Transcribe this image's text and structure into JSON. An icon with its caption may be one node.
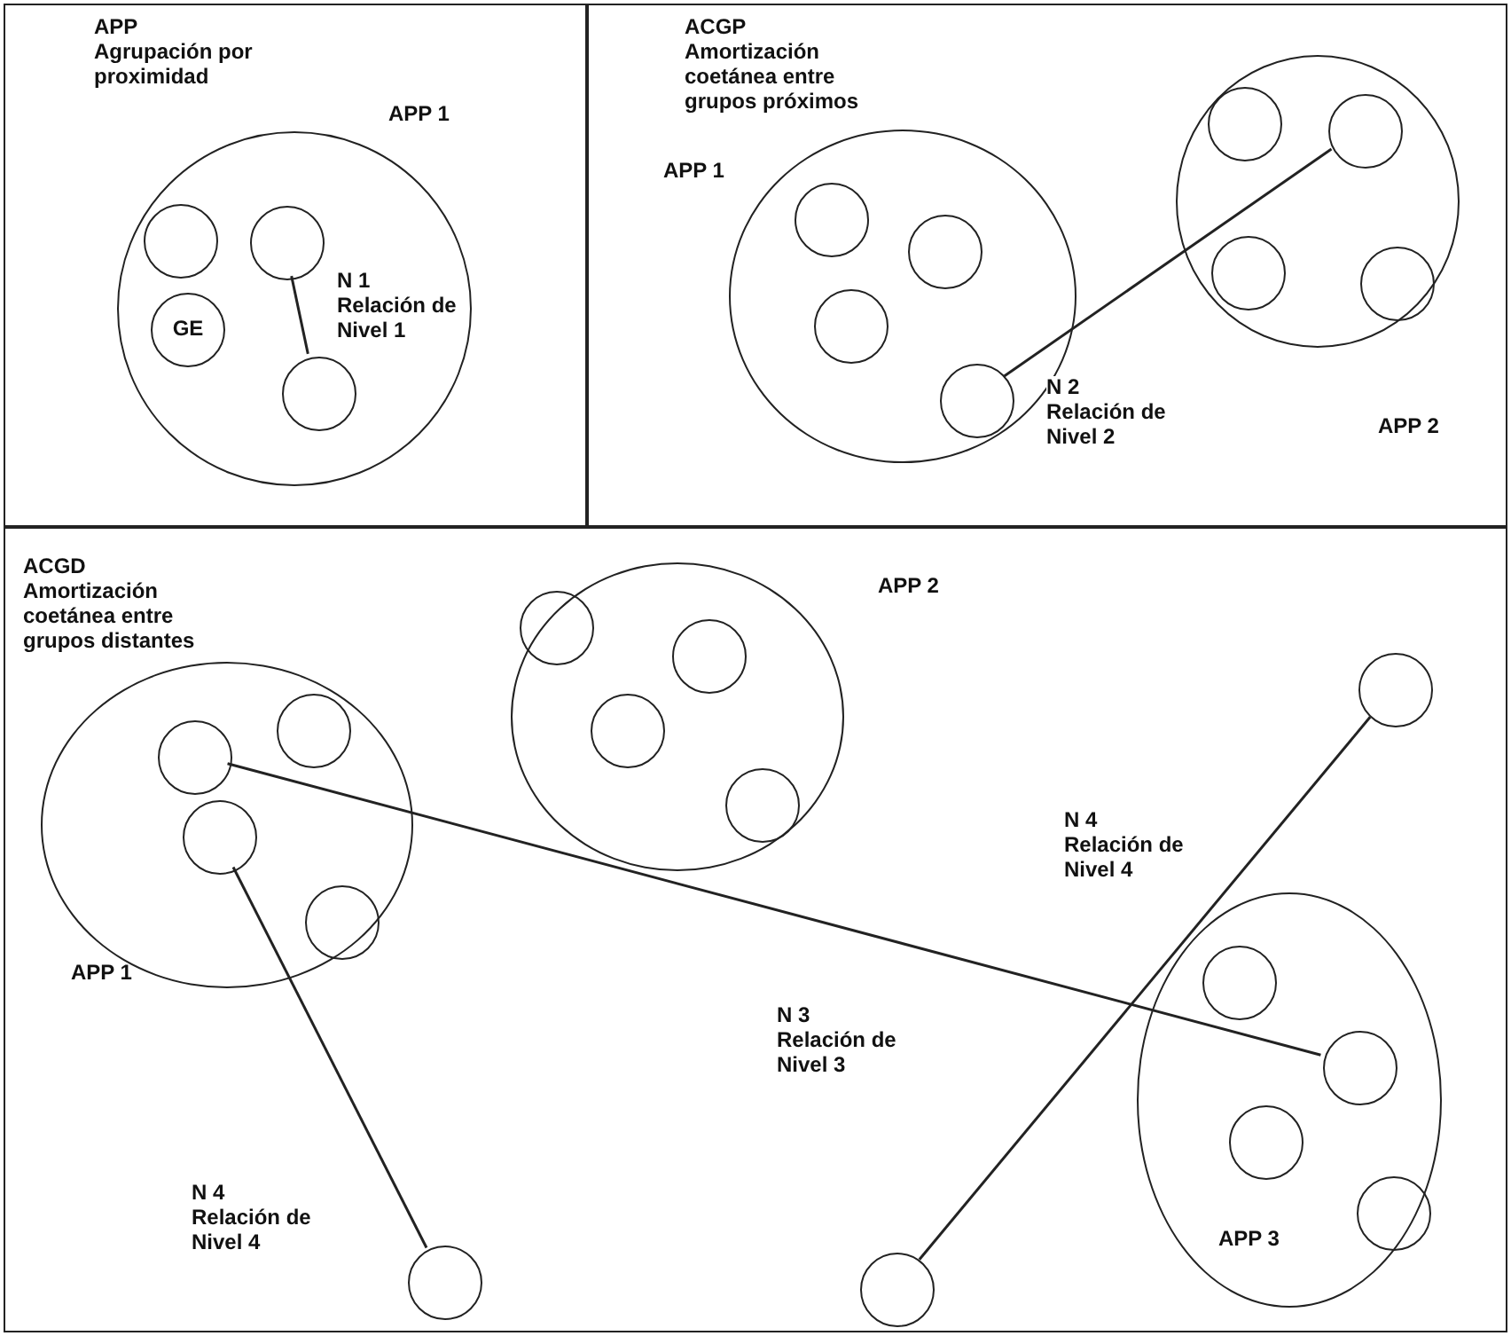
{
  "diagram": {
    "nodes": [
      {
        "text": [
          "APP",
          "Agrupación por proximidad"
        ]
      },
      {
        "text": [
          "APP 1"
        ],
        "in": 0
      },
      {
        "text": [],
        "shape": "circle",
        "in": 1
      },
      {
        "text": [],
        "shape": "circle",
        "in": 1
      },
      {
        "text": [
          "GE"
        ],
        "in": 1
      },
      {
        "text": [],
        "shape": "circle",
        "in": 1
      },
      {
        "text": [
          "ACGP",
          "Amortización coetánea entre grupos próximos"
        ]
      },
      {
        "text": [
          "APP 1"
        ],
        "in": 6
      },
      {
        "text": [],
        "shape": "circle",
        "in": 7
      },
      {
        "text": [],
        "shape": "circle",
        "in": 7
      },
      {
        "text": [],
        "shape": "circle",
        "in": 7
      },
      {
        "text": [],
        "shape": "circle",
        "in": 7
      },
      {
        "text": [
          "APP 2"
        ],
        "in": 6
      },
      {
        "text": [],
        "shape": "circle",
        "in": 12
      },
      {
        "text": [],
        "shape": "circle",
        "in": 12
      },
      {
        "text": [],
        "shape": "circle",
        "in": 12
      },
      {
        "text": [],
        "shape": "circle",
        "in": 12
      },
      {
        "text": [
          "ACGD",
          "Amortización coetánea entre grupos distantes"
        ]
      },
      {
        "text": [
          "APP 1"
        ],
        "in": 17
      },
      {
        "text": [],
        "shape": "circle",
        "in": 18
      },
      {
        "text": [],
        "shape": "circle",
        "in": 18
      },
      {
        "text": [],
        "shape": "circle",
        "in": 18
      },
      {
        "text": [],
        "shape": "circle",
        "in": 18
      },
      {
        "text": [
          "APP 2"
        ],
        "in": 17
      },
      {
        "text": [],
        "shape": "circle",
        "in": 23
      },
      {
        "text": [],
        "shape": "circle",
        "in": 23
      },
      {
        "text": [],
        "shape": "circle",
        "in": 23
      },
      {
        "text": [],
        "shape": "circle",
        "in": 23
      },
      {
        "text": [],
        "shape": "circle",
        "in": 17
      },
      {
        "text": [
          "APP 3"
        ],
        "in": 17
      },
      {
        "text": [],
        "shape": "circle",
        "in": 29
      },
      {
        "text": [],
        "shape": "circle",
        "in": 29
      },
      {
        "text": [],
        "shape": "circle",
        "in": 29
      },
      {
        "text": [],
        "shape": "circle",
        "in": 29
      },
      {
        "text": [],
        "shape": "circle",
        "in": 17
      },
      {
        "text": [],
        "shape": "circle",
        "in": 17
      }
    ],
    "edges": [
      {
        "from": 3,
        "to": 5,
        "arrow": "none",
        "label": "N 1 Relación de Nivel 1"
      },
      {
        "from": 11,
        "to": 14,
        "arrow": "none",
        "label": "N 2 Relación de Nivel 2"
      },
      {
        "from": 19,
        "to": 31,
        "arrow": "none",
        "label": "N 3 Relación de Nivel 3"
      },
      {
        "from": 21,
        "to": 34,
        "arrow": "none",
        "label": "N 4 Relación de Nivel 4"
      },
      {
        "from": 35,
        "to": 28,
        "arrow": "none",
        "label": "N 4 Relación de Nivel 4"
      }
    ]
  }
}
